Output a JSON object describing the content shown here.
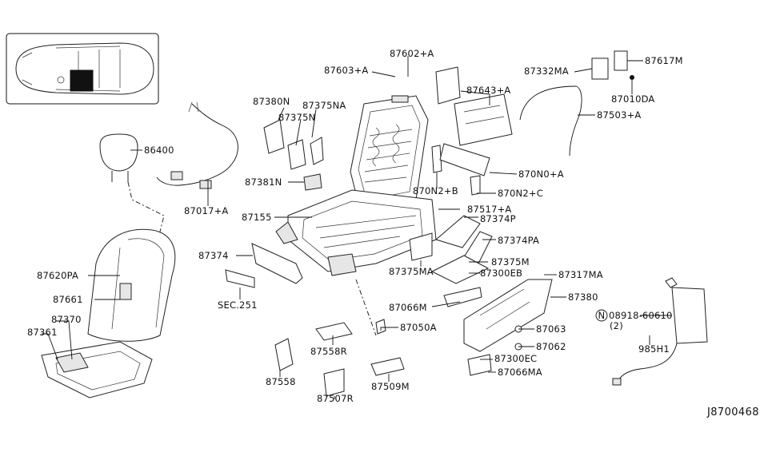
{
  "diagram_id": "J8700468",
  "labels": {
    "p87602a": "87602+A",
    "p87603a": "87603+A",
    "p87643a": "87643+A",
    "p87332ma": "87332MA",
    "p87617m": "87617M",
    "p87010da": "87010DA",
    "p87503a": "87503+A",
    "p87380n": "87380N",
    "p87375na": "87375NA",
    "p87375n": "87375N",
    "p87381n": "87381N",
    "p86400": "86400",
    "p87017a": "87017+A",
    "p870n0a": "870N0+A",
    "p870n2b": "870N2+B",
    "p870n2c": "870N2+C",
    "p87155": "87155",
    "p87517a": "87517+A",
    "p87374p": "87374P",
    "p87374pa": "87374PA",
    "p87374": "87374",
    "p87620pa": "87620PA",
    "p87661": "87661",
    "p87370": "87370",
    "p87361": "87361",
    "sec251": "SEC.251",
    "p87375ma": "87375MA",
    "p87375m": "87375M",
    "p87300eb": "87300EB",
    "p87317ma": "87317MA",
    "p87380": "87380",
    "p87066m": "87066M",
    "p87050a": "87050A",
    "p87063": "87063",
    "p87062": "87062",
    "p87558r": "87558R",
    "p87558": "87558",
    "p87507r": "87507R",
    "p87509m": "87509M",
    "p87300ec": "87300EC",
    "p87066ma": "87066MA",
    "bolt_symbol": "N",
    "p08918": "08918-60610",
    "qty2": "(2)",
    "p985h1": "985H1"
  }
}
